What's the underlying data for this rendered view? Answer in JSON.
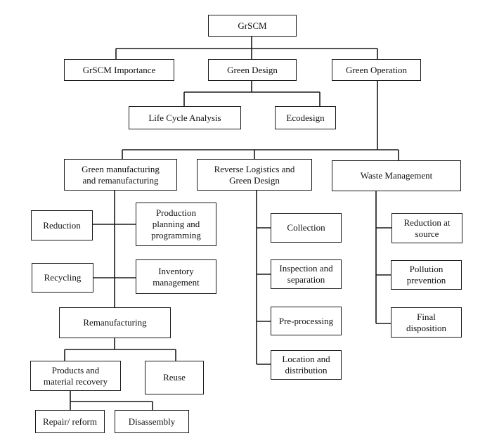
{
  "diagram": {
    "type": "hierarchy",
    "root": "GrSCM",
    "nodes": {
      "grscm": "GrSCM",
      "importance": "GrSCM Importance",
      "green_design": "Green Design",
      "green_operation": "Green Operation",
      "lca": "Life Cycle Analysis",
      "ecodesign": "Ecodesign",
      "green_manufacturing": "Green manufacturing\nand remanufacturing",
      "reverse_logistics": "Reverse Logistics and\nGreen Design",
      "waste_management": "Waste Management",
      "reduction": "Reduction",
      "production_planning": "Production\nplanning and\nprogramming",
      "recycling": "Recycling",
      "inventory": "Inventory\nmanagement",
      "remanufacturing": "Remanufacturing",
      "products_recovery": "Products and\nmaterial recovery",
      "reuse": "Reuse",
      "repair": "Repair/ reform",
      "disassembly": "Disassembly",
      "collection": "Collection",
      "inspection": "Inspection and\nseparation",
      "preprocessing": "Pre-processing",
      "location": "Location and\ndistribution",
      "reduction_source": "Reduction at\nsource",
      "pollution": "Pollution\nprevention",
      "final_disposition": "Final\ndisposition"
    },
    "edges": [
      [
        "grscm",
        "importance"
      ],
      [
        "grscm",
        "green_design"
      ],
      [
        "grscm",
        "green_operation"
      ],
      [
        "green_design",
        "lca"
      ],
      [
        "green_design",
        "ecodesign"
      ],
      [
        "green_operation",
        "green_manufacturing"
      ],
      [
        "green_operation",
        "reverse_logistics"
      ],
      [
        "green_operation",
        "waste_management"
      ],
      [
        "green_manufacturing",
        "reduction"
      ],
      [
        "green_manufacturing",
        "production_planning"
      ],
      [
        "green_manufacturing",
        "recycling"
      ],
      [
        "green_manufacturing",
        "inventory"
      ],
      [
        "green_manufacturing",
        "remanufacturing"
      ],
      [
        "remanufacturing",
        "products_recovery"
      ],
      [
        "remanufacturing",
        "reuse"
      ],
      [
        "products_recovery",
        "repair"
      ],
      [
        "products_recovery",
        "disassembly"
      ],
      [
        "reverse_logistics",
        "collection"
      ],
      [
        "reverse_logistics",
        "inspection"
      ],
      [
        "reverse_logistics",
        "preprocessing"
      ],
      [
        "reverse_logistics",
        "location"
      ],
      [
        "waste_management",
        "reduction_source"
      ],
      [
        "waste_management",
        "pollution"
      ],
      [
        "waste_management",
        "final_disposition"
      ]
    ]
  }
}
